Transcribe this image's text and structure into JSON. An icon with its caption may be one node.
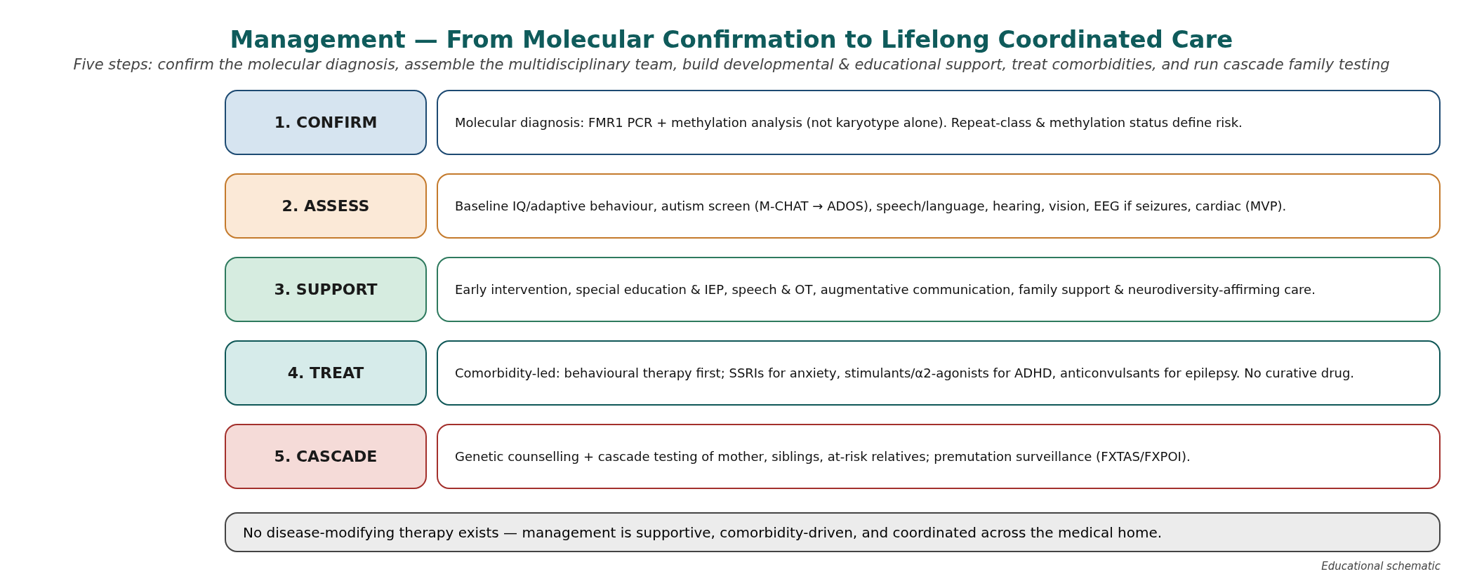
{
  "diagram": {
    "title": "Management — From Molecular Confirmation to Lifelong Coordinated Care",
    "caption": "Five steps: confirm the molecular diagnosis, assemble the multidisciplinary team, build developmental & educational support, treat comorbidities, and run cascade family testing",
    "nodes": [
      {
        "text": [
          "1. CONFIRM"
        ]
      },
      {
        "text": [
          "Molecular diagnosis: FMR1 PCR + methylation analysis (not karyotype alone). Repeat-class & methylation status define risk."
        ]
      },
      {
        "text": [
          "2. ASSESS"
        ]
      },
      {
        "text": [
          "Baseline IQ/adaptive behaviour, autism screen (M-CHAT → ADOS), speech/language, hearing, vision, EEG if seizures, cardiac (MVP)."
        ]
      },
      {
        "text": [
          "3. SUPPORT"
        ]
      },
      {
        "text": [
          "Early intervention, special education & IEP, speech & OT, augmentative communication, family support & neurodiversity-affirming care."
        ]
      },
      {
        "text": [
          "4. TREAT"
        ]
      },
      {
        "text": [
          "Comorbidity-led: behavioural therapy first; SSRIs for anxiety, stimulants/α2-agonists for ADHD, anticonvulsants for epilepsy. No curative drug."
        ]
      },
      {
        "text": [
          "5. CASCADE"
        ]
      },
      {
        "text": [
          "Genetic counselling + cascade testing of mother, siblings, at-risk relatives; premutation surveillance (FXTAS/FXPOI)."
        ]
      },
      {
        "text": [
          "No disease-modifying therapy exists — management is supportive, comorbidity-driven, and coordinated across the medical home."
        ]
      }
    ],
    "edges": [],
    "labels": [
      "Educational schematic"
    ]
  }
}
